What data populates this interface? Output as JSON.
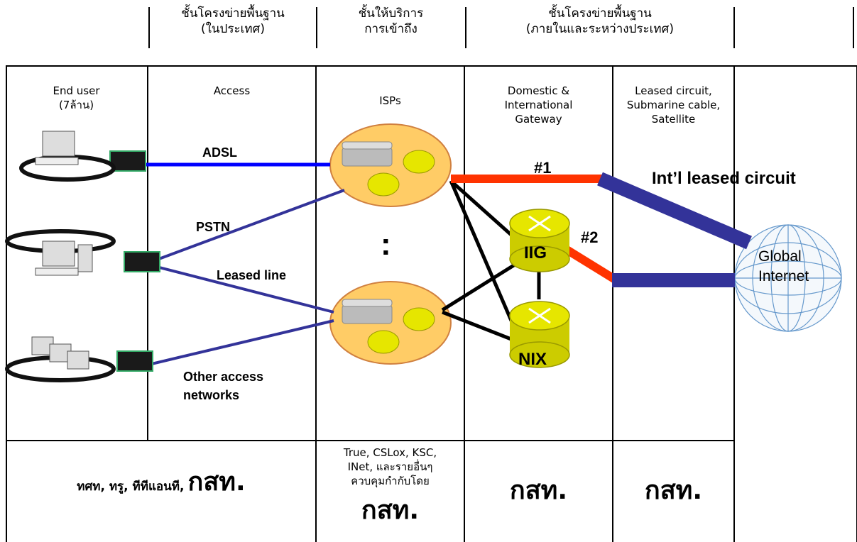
{
  "header": {
    "layer1": "ชั้นโครงข่ายพื้นฐาน\n(ในประเทศ)",
    "layer2": "ชั้นให้บริการ\nการเข้าถึง",
    "layer3": "ชั้นโครงข่ายพื้นฐาน\n(ภายในและระหว่างประเทศ)"
  },
  "columns": {
    "end_user": "End user\n(7ล้าน)",
    "access": "Access",
    "isps": "ISPs",
    "gateway": "Domestic &\nInternational\nGateway",
    "leased": "Leased circuit,\nSubmarine cable,\nSatellite"
  },
  "links": {
    "adsl": "ADSL",
    "pstn": "PSTN",
    "leased_line": "Leased line",
    "other": "Other access\nnetworks",
    "link1": "#1",
    "link2": "#2",
    "intl": "Int’l leased circuit",
    "colon": ":"
  },
  "nodes": {
    "iig": "IIG",
    "nix": "NIX",
    "global": "Global\nInternet"
  },
  "footer": {
    "operators_prefix": "ทศท, ทรู, ทีทีแอนที,",
    "operators_big": "กสท.",
    "isps_text": "True, CSLox, KSC,\nINet, และรายอื่นๆ\nควบคุมกำกับโดย",
    "isps_big": "กสท.",
    "gateway_big": "กสท.",
    "leased_big": "กสท."
  },
  "colors": {
    "blue": "#0000ff",
    "navy": "#333399",
    "red": "#ff3300",
    "router": "#e6e600",
    "isp_cloud": "#ffcc66"
  }
}
